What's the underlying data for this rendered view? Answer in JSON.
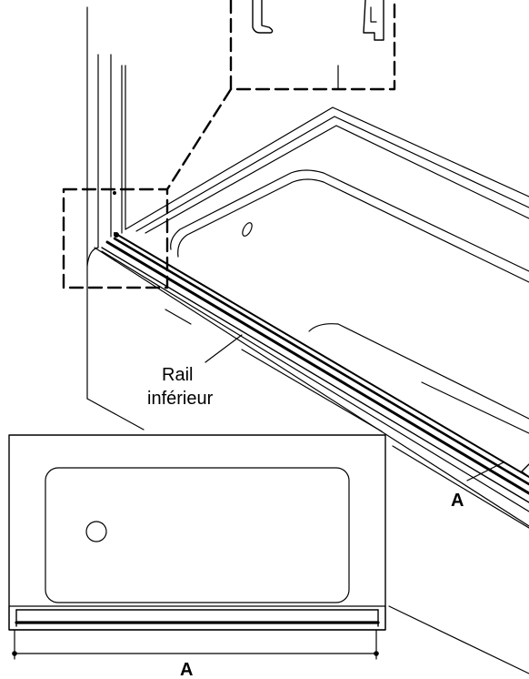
{
  "labels": {
    "rail_line1": "Rail",
    "rail_line2": "inférieur",
    "dimension_top": "A",
    "dimension_bottom": "A"
  },
  "colors": {
    "ink": "#000000",
    "paper": "#ffffff"
  }
}
